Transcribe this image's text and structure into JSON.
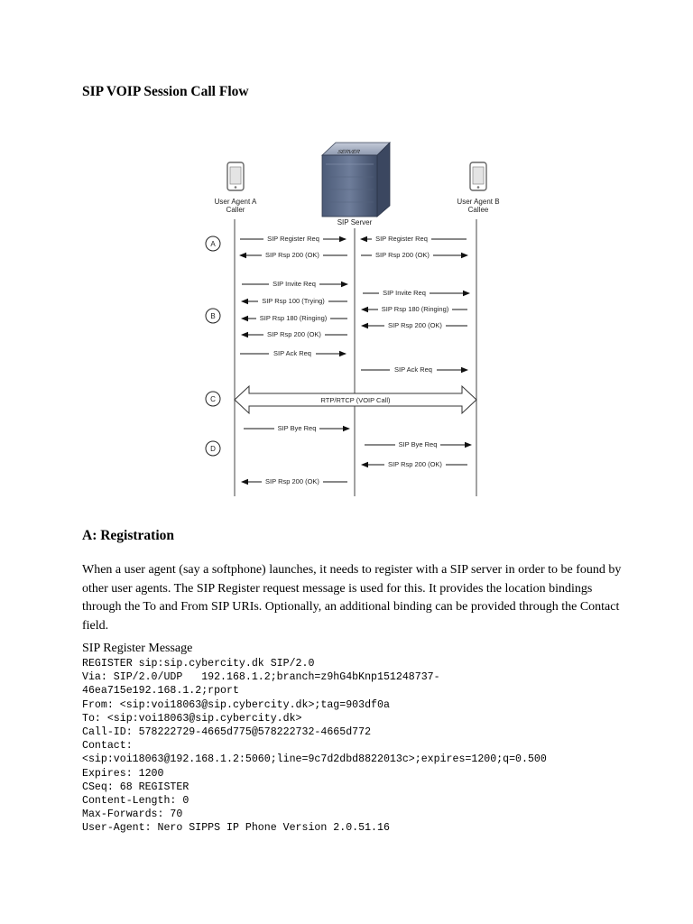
{
  "title": "SIP VOIP Session Call Flow",
  "diagram": {
    "server_label": "SERVER",
    "ua_a_line1": "User Agent A",
    "ua_a_line2": "Caller",
    "ua_b_line1": "User Agent B",
    "ua_b_line2": "Callee",
    "server_name": "SIP Server",
    "phases": [
      "A",
      "B",
      "C",
      "D"
    ],
    "messages": [
      {
        "label": "SIP Register Req",
        "from": "A",
        "to": "S"
      },
      {
        "label": "SIP Register Req",
        "from": "B",
        "to": "S"
      },
      {
        "label": "SIP Rsp 200 (OK)",
        "from": "S",
        "to": "A"
      },
      {
        "label": "SIP Rsp 200 (OK)",
        "from": "S",
        "to": "B"
      },
      {
        "label": "SIP Invite Req",
        "from": "A",
        "to": "S"
      },
      {
        "label": "SIP Rsp 100 (Trying)",
        "from": "S",
        "to": "A"
      },
      {
        "label": "SIP Invite Req",
        "from": "S",
        "to": "B"
      },
      {
        "label": "SIP Rsp 180 (Ringing)",
        "from": "B",
        "to": "S"
      },
      {
        "label": "SIP Rsp 180 (Ringing)",
        "from": "S",
        "to": "A"
      },
      {
        "label": "SIP Rsp 200 (OK)",
        "from": "B",
        "to": "S"
      },
      {
        "label": "SIP Rsp 200 (OK)",
        "from": "S",
        "to": "A"
      },
      {
        "label": "SIP Ack Req",
        "from": "A",
        "to": "S"
      },
      {
        "label": "SIP Ack Req",
        "from": "S",
        "to": "B"
      },
      {
        "label": "RTP/RTCP (VOIP Call)",
        "from": "A",
        "to": "B"
      },
      {
        "label": "SIP Bye Req",
        "from": "A",
        "to": "S"
      },
      {
        "label": "SIP Bye Req",
        "from": "S",
        "to": "B"
      },
      {
        "label": "SIP Rsp 200 (OK)",
        "from": "B",
        "to": "S"
      },
      {
        "label": "SIP Rsp 200 (OK)",
        "from": "S",
        "to": "A"
      }
    ]
  },
  "section_a": {
    "heading": "A: Registration",
    "paragraph": "When a user agent (say a softphone) launches, it needs to register with a SIP server in order to be found by other user agents. The SIP Register request message is used for this. It provides the location bindings through the To and From SIP URIs. Optionally, an additional binding can be provided through the Contact field.",
    "message_label": "SIP Register Message",
    "code_lines": [
      "REGISTER sip:sip.cybercity.dk SIP/2.0",
      "Via: SIP/2.0/UDP   192.168.1.2;branch=z9hG4bKnp151248737-",
      "46ea715e192.168.1.2;rport",
      "From: <sip:voi18063@sip.cybercity.dk>;tag=903df0a",
      "To: <sip:voi18063@sip.cybercity.dk>",
      "Call-ID: 578222729-4665d775@578222732-4665d772",
      "Contact:",
      "<sip:voi18063@192.168.1.2:5060;line=9c7d2dbd8822013c>;expires=1200;q=0.500",
      "Expires: 1200",
      "CSeq: 68 REGISTER",
      "Content-Length: 0",
      "Max-Forwards: 70",
      "User-Agent: Nero SIPPS IP Phone Version 2.0.51.16"
    ]
  }
}
